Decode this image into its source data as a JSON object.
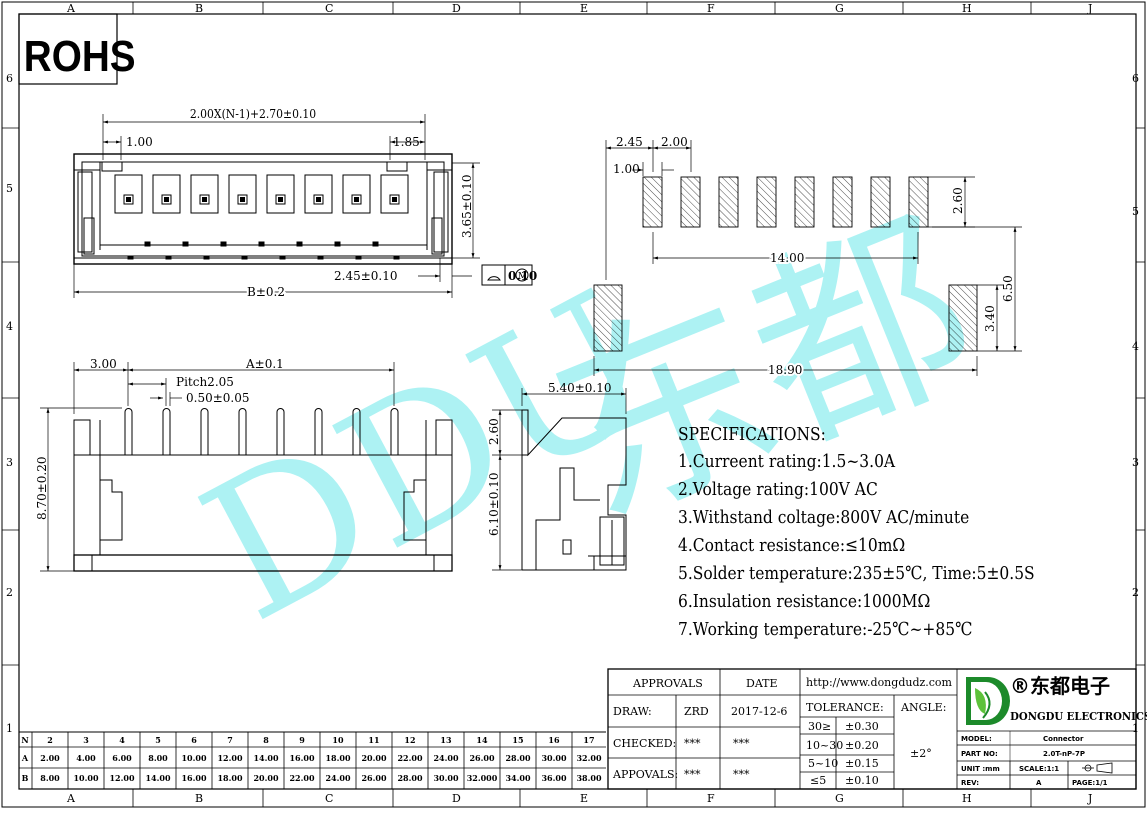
{
  "rohs": "ROHS",
  "watermark": {
    "latin": "DDU",
    "chinese": "东都"
  },
  "grid": {
    "cols": [
      "A",
      "B",
      "C",
      "D",
      "E",
      "F",
      "G",
      "H",
      "J"
    ],
    "rows": [
      "6",
      "5",
      "4",
      "3",
      "2",
      "1"
    ]
  },
  "dims": {
    "top_overall": "2.00X(N-1)+2.70±0.10",
    "top_left": "1.00",
    "top_right": "1.85",
    "top_height": "3.65±0.10",
    "top_offset": "2.45±0.10",
    "top_width": "B±0.2",
    "flatness": "0.10",
    "flatness_mod": "M",
    "front_left": "3.00",
    "front_width": "A±0.1",
    "front_pitch": "Pitch2.05",
    "front_pin": "0.50±0.05",
    "front_height": "8.70±0.20",
    "side_width": "5.40±0.10",
    "side_top": "2.60",
    "side_height": "6.10±0.10",
    "pcb_p1": "2.45",
    "pcb_p2": "2.00",
    "pcb_pad_w": "1.00",
    "pcb_pad_h": "2.60",
    "pcb_span": "14.00",
    "pcb_total": "18.90",
    "pcb_mount_h": "3.40",
    "pcb_total_h": "6.50"
  },
  "specs": {
    "heading": "SPECIFICATIONS:",
    "items": [
      "1.Curreent rating:1.5~3.0A",
      "2.Voltage rating:100V AC",
      "3.Withstand coltage:800V AC/minute",
      "4.Contact resistance:≤10mΩ",
      "5.Solder temperature:235±5℃, Time:5±0.5S",
      "6.Insulation resistance:1000MΩ",
      "7.Working temperature:-25℃~+85℃"
    ]
  },
  "pin_table": {
    "headers": [
      "N",
      "2",
      "3",
      "4",
      "5",
      "6",
      "7",
      "8",
      "9",
      "10",
      "11",
      "12",
      "13",
      "14",
      "15",
      "16",
      "17"
    ],
    "rows": [
      [
        "A",
        "2.00",
        "4.00",
        "6.00",
        "8.00",
        "10.00",
        "12.00",
        "14.00",
        "16.00",
        "18.00",
        "20.00",
        "22.00",
        "24.00",
        "26.00",
        "28.00",
        "30.00",
        "32.00"
      ],
      [
        "B",
        "8.00",
        "10.00",
        "12.00",
        "14.00",
        "16.00",
        "18.00",
        "20.00",
        "22.00",
        "24.00",
        "26.00",
        "28.00",
        "30.00",
        "32.000",
        "34.00",
        "36.00",
        "38.00"
      ]
    ]
  },
  "title_block": {
    "approvals": "APPROVALS",
    "date": "DATE",
    "draw_label": "DRAW:",
    "draw_name": "ZRD",
    "draw_date": "2017-12-6",
    "checked_label": "CHECKED:",
    "checked_name": "***",
    "checked_date": "***",
    "appovals_label": "APPOVALS:",
    "appovals_name": "***",
    "appovals_date": "***",
    "url": "http://www.dongdudz.com",
    "tolerance": "TOLERANCE:",
    "angle": "ANGLE:",
    "angle_val": "±2°",
    "tol_rows": [
      [
        "30≥",
        "±0.30"
      ],
      [
        "10~30",
        "±0.20"
      ],
      [
        "5~10",
        "±0.15"
      ],
      [
        "≤5",
        "±0.10"
      ]
    ],
    "brand_cn": "®东都电子",
    "brand_en": "DONGDU ELECTRONICS",
    "model_label": "MODEL:",
    "model_val": "Connector",
    "part_label": "PART NO:",
    "part_val": "2.0T-nP-7P",
    "unit_label": "UNIT :mm",
    "scale_label": "SCALE:1:1",
    "rev_label": "REV:",
    "rev_val": "A",
    "page_label": "PAGE:1/1"
  },
  "colors": {
    "watermark": "#9ff0f2",
    "line": "#000000"
  }
}
